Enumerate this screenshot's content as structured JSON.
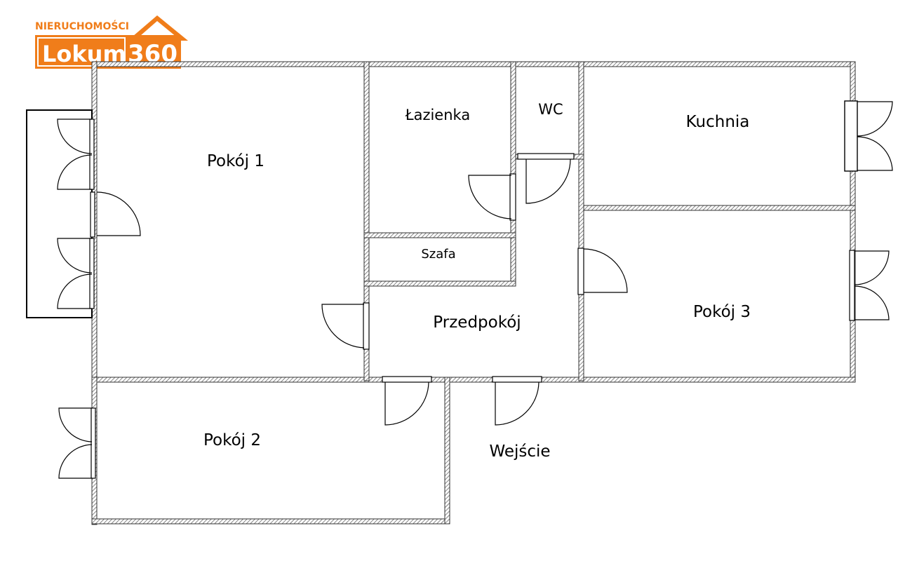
{
  "logo": {
    "top_text": "NIERUCHOMOŚCI",
    "brand_text": "Lokum",
    "number_text": "360",
    "color": "#f07d1a"
  },
  "rooms": {
    "pokoj1": "Pokój 1",
    "lazienka": "Łazienka",
    "wc": "WC",
    "kuchnia": "Kuchnia",
    "szafa": "Szafa",
    "przedpokoj": "Przedpokój",
    "pokoj3": "Pokój 3",
    "pokoj2": "Pokój 2",
    "wejscie": "Wejście"
  },
  "colors": {
    "wall": "#444444",
    "wall_fill": "#ffffff"
  }
}
